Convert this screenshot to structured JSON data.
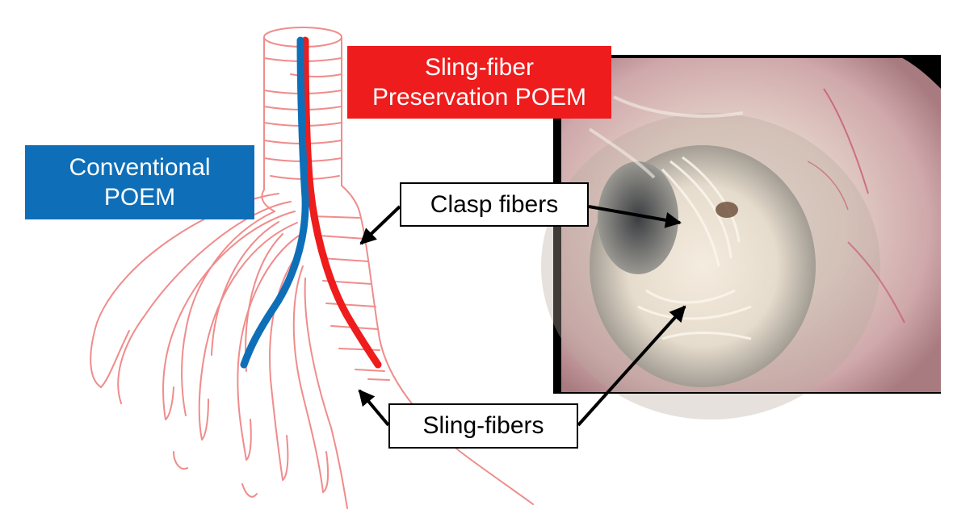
{
  "labels": {
    "sling_preservation": {
      "line1": "Sling-fiber",
      "line2": "Preservation POEM"
    },
    "conventional": {
      "line1": "Conventional",
      "line2": "POEM"
    },
    "clasp_fibers": "Clasp fibers",
    "sling_fibers": "Sling-fibers"
  },
  "colors": {
    "sling_box": "#ee1c1c",
    "conventional_box": "#0e6fb8",
    "anatomy_outline": "#f08c8c",
    "red_line": "#ee1c1c",
    "blue_line": "#0e6fb8"
  },
  "icons": {
    "photo": "endoscopic-photo",
    "arrows": "arrow-icon"
  }
}
